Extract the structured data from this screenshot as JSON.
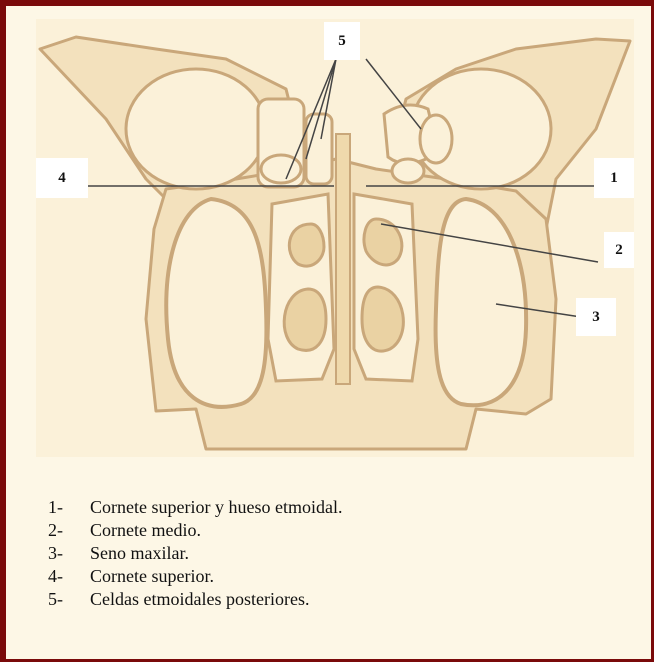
{
  "figure": {
    "labels": [
      "5",
      "4",
      "1",
      "2",
      "3"
    ]
  },
  "legend": {
    "items": [
      {
        "num": "1-",
        "text": "Cornete superior y hueso etmoidal."
      },
      {
        "num": "2-",
        "text": "Cornete medio."
      },
      {
        "num": "3-",
        "text": "Seno maxilar."
      },
      {
        "num": "4-",
        "text": "Cornete superior."
      },
      {
        "num": "5-",
        "text": "Celdas etmoidales posteriores."
      }
    ]
  },
  "colors": {
    "border": "#7a0a0a",
    "panel": "#fdf7e6",
    "bone_fill": "#f3e1bd",
    "bone_stroke": "#c9a77a"
  }
}
